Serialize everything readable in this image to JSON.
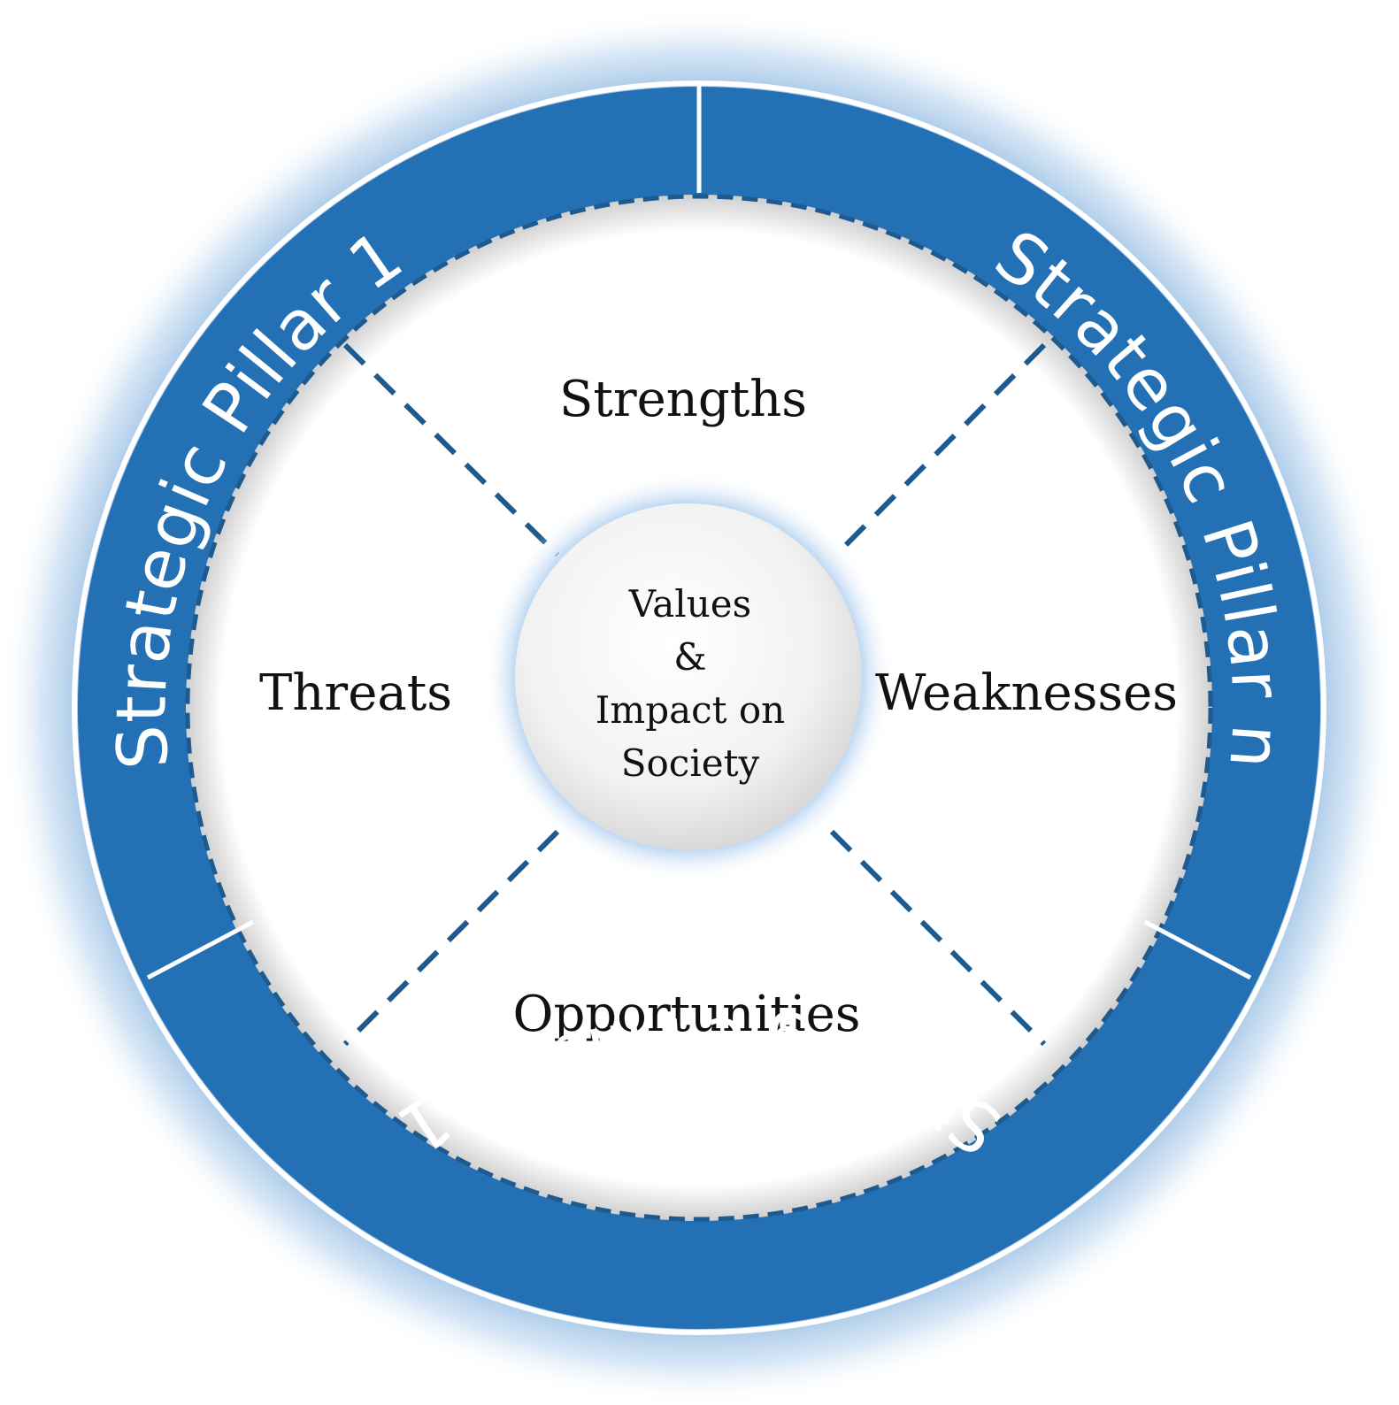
{
  "diagram": {
    "center": {
      "lines": [
        "Values",
        "&",
        "Impact on",
        "Society"
      ]
    },
    "quadrants": {
      "top": "Strengths",
      "right": "Weaknesses",
      "bottom": "Opportunities",
      "left": "Threats"
    },
    "pillars": {
      "pillar_1": "Strategic Pillar 1",
      "pillar_n": "Strategic Pillar n",
      "pillar_n_minus_1": "Strategic Pillar n-1"
    },
    "colors": {
      "ring": "#2470b5",
      "ring_edge": "#1d5f9c",
      "dashed_line": "#1f5a8f",
      "halo": "#b8d3ee",
      "center_fill": "#f4f4f4"
    }
  }
}
